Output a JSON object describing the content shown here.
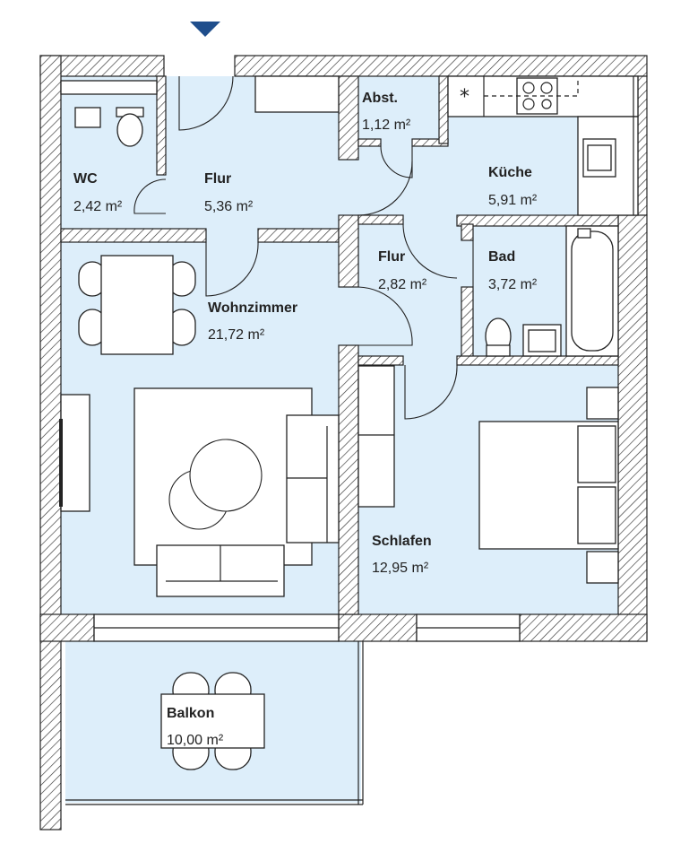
{
  "colors": {
    "room_fill": "#ddeefa",
    "entry_marker": "#1f4e8c",
    "wall": "#222222"
  },
  "entry_marker": {
    "icon": "entry-arrow-icon"
  },
  "rooms": {
    "wc": {
      "name": "WC",
      "area": "2,42 m²"
    },
    "flur1": {
      "name": "Flur",
      "area": "5,36 m²"
    },
    "abst": {
      "name": "Abst.",
      "area": "1,12 m²"
    },
    "kueche": {
      "name": "Küche",
      "area": "5,91 m²"
    },
    "flur2": {
      "name": "Flur",
      "area": "2,82 m²"
    },
    "bad": {
      "name": "Bad",
      "area": "3,72 m²"
    },
    "wohnzimmer": {
      "name": "Wohnzimmer",
      "area": "21,72 m²"
    },
    "schlafen": {
      "name": "Schlafen",
      "area": "12,95 m²"
    },
    "balkon": {
      "name": "Balkon",
      "area": "10,00 m²"
    }
  }
}
